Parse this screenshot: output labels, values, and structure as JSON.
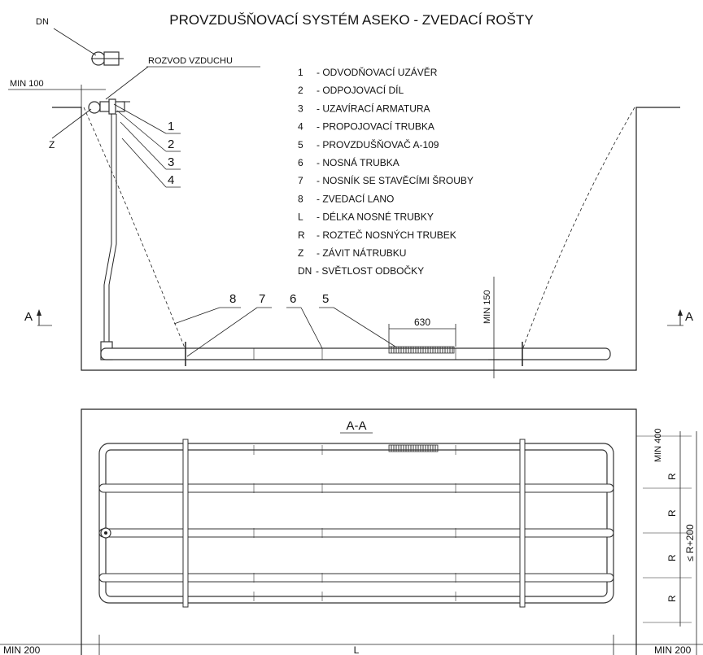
{
  "title": "PROVZDUŠŇOVACÍ SYSTÉM ASEKO - ZVEDACÍ ROŠTY",
  "labels": {
    "dn": "DN",
    "rozvod": "ROZVOD VZDUCHU",
    "min100": "MIN 100",
    "z": "Z",
    "section_left": "A",
    "section_right": "A",
    "section_title": "A-A",
    "dim_630": "630",
    "min150": "MIN 150",
    "min400": "MIN 400",
    "r": "R",
    "r200": "≤ R+200",
    "min200_left": "MIN 200",
    "min200_right": "MIN 200",
    "l": "L"
  },
  "callouts": {
    "c1": "1",
    "c2": "2",
    "c3": "3",
    "c4": "4",
    "c5": "5",
    "c6": "6",
    "c7": "7",
    "c8": "8"
  },
  "legend": [
    {
      "code": "1",
      "text": "- ODVODŇOVACÍ UZÁVĚR"
    },
    {
      "code": "2",
      "text": "- ODPOJOVACÍ DÍL"
    },
    {
      "code": "3",
      "text": "- UZAVÍRACÍ ARMATURA"
    },
    {
      "code": "4",
      "text": "- PROPOJOVACÍ TRUBKA"
    },
    {
      "code": "5",
      "text": "- PROVZDUŠŇOVAČ A-109"
    },
    {
      "code": "6",
      "text": "- NOSNÁ TRUBKA"
    },
    {
      "code": "7",
      "text": "- NOSNÍK SE STAVĚCÍMI ŠROUBY"
    },
    {
      "code": "8",
      "text": "- ZVEDACÍ LANO"
    },
    {
      "code": "L",
      "text": "- DÉLKA NOSNÉ TRUBKY"
    },
    {
      "code": "R",
      "text": "- ROZTEČ NOSNÝCH TRUBEK"
    },
    {
      "code": "Z",
      "text": "- ZÁVIT NÁTRUBKU"
    },
    {
      "code": "DN",
      "text": "- SVĚTLOST ODBOČKY"
    }
  ]
}
